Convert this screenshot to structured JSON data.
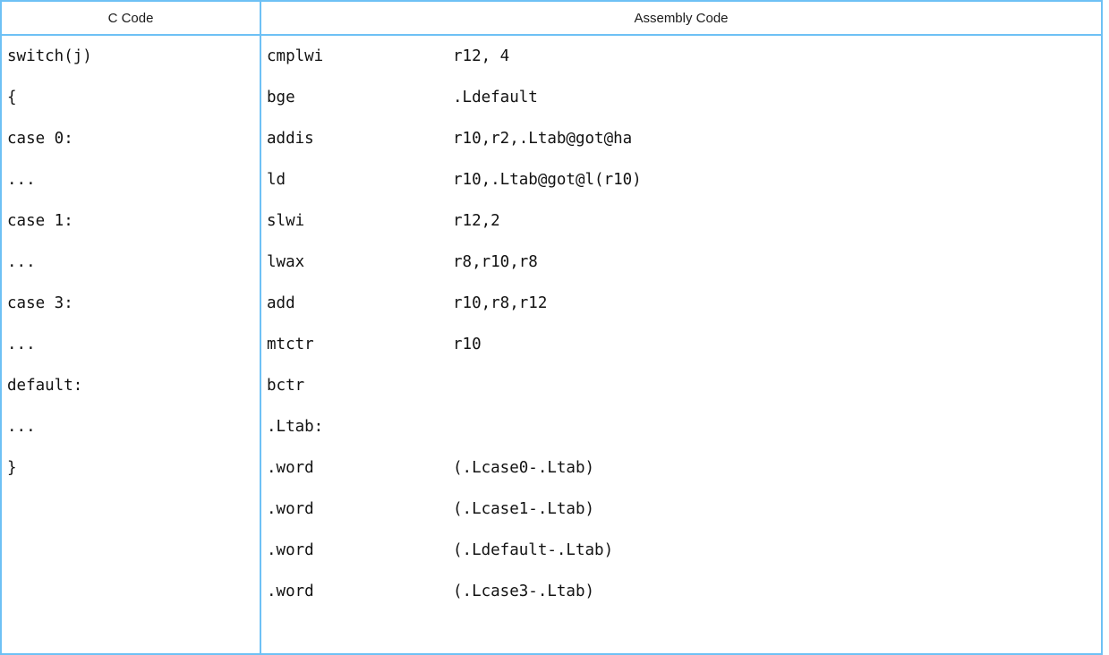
{
  "table": {
    "headers": {
      "c_code": "C Code",
      "assembly_code": "Assembly Code"
    },
    "c_lines": [
      "switch(j)",
      "{",
      "case 0:",
      "...",
      "case 1:",
      "...",
      "case 3:",
      "...",
      "default:",
      "...",
      "}",
      "",
      "",
      "",
      ""
    ],
    "assembly_lines": [
      {
        "mnemonic": "cmplwi",
        "operands": "r12, 4"
      },
      {
        "mnemonic": "bge",
        "operands": ".Ldefault"
      },
      {
        "mnemonic": "addis",
        "operands": "r10,r2,.Ltab@got@ha"
      },
      {
        "mnemonic": "ld",
        "operands": "r10,.Ltab@got@l(r10)"
      },
      {
        "mnemonic": "slwi",
        "operands": "r12,2"
      },
      {
        "mnemonic": "lwax",
        "operands": "r8,r10,r8"
      },
      {
        "mnemonic": "add",
        "operands": "r10,r8,r12"
      },
      {
        "mnemonic": "mtctr",
        "operands": "r10"
      },
      {
        "mnemonic": "bctr",
        "operands": ""
      },
      {
        "mnemonic": ".Ltab:",
        "operands": ""
      },
      {
        "mnemonic": ".word",
        "operands": "(.Lcase0-.Ltab)"
      },
      {
        "mnemonic": ".word",
        "operands": "(.Lcase1-.Ltab)"
      },
      {
        "mnemonic": ".word",
        "operands": "(.Ldefault-.Ltab)"
      },
      {
        "mnemonic": ".word",
        "operands": "(.Lcase3-.Ltab)"
      }
    ],
    "colors": {
      "border": "#6ec1f5",
      "text": "#121212",
      "background": "#ffffff"
    }
  }
}
